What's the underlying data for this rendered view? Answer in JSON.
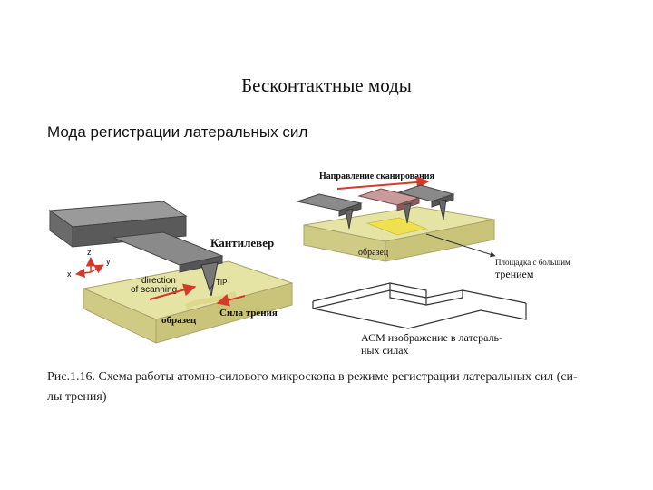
{
  "slide": {
    "title": "Бесконтактные моды"
  },
  "figure": {
    "heading": "Мода регистрации латеральных сил",
    "labels": {
      "scan_direction": "Направление сканирования",
      "cantilever": "Кантилевер",
      "sample_right": "образец",
      "high_friction_area_line1": "Площадка с большим",
      "high_friction_area_line2": "трением",
      "axis_z": "z",
      "axis_y": "y",
      "axis_x": "x",
      "tip": "TIP",
      "direction_line1": "direction",
      "direction_line2": "of scanning",
      "sample_left": "образец",
      "friction_force": "Сила трения",
      "afm_image_line1": "АСМ изображение в латераль-",
      "afm_image_line2": "ных силах"
    },
    "colors": {
      "sample_top": "#e6e4a4",
      "sample_side": "#c9c47a",
      "cantilever_top": "#8a8a8a",
      "cantilever_side": "#555555",
      "friction_strip": "#f0e040",
      "arrow_red": "#d33a2a"
    }
  },
  "caption": {
    "line1": "Рис.1.16. Схема работы атомно-силового микроскопа в режиме регистрации латеральных сил (си-",
    "line2": "лы трения)"
  }
}
